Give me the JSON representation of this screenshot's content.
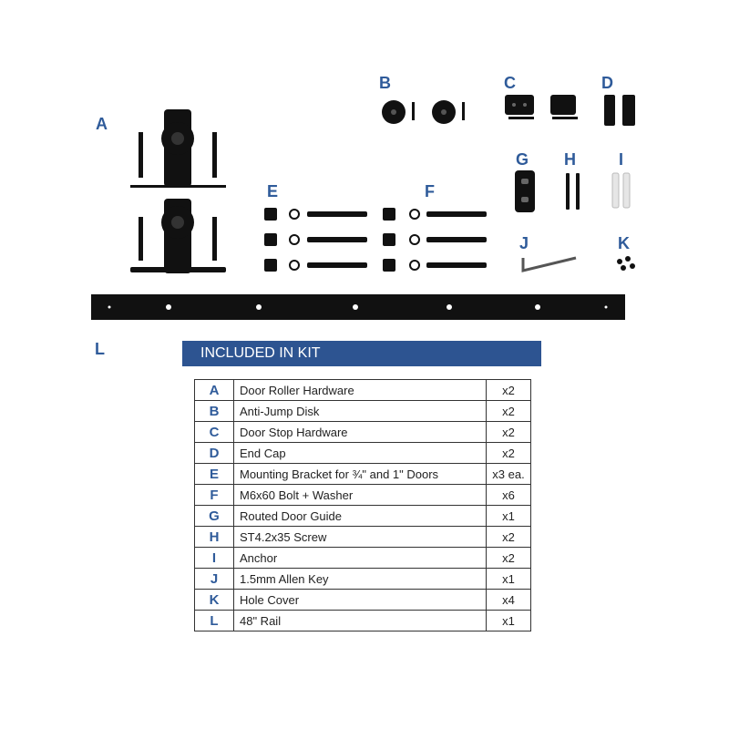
{
  "letters": {
    "A": "A",
    "B": "B",
    "C": "C",
    "D": "D",
    "E": "E",
    "F": "F",
    "G": "G",
    "H": "H",
    "I": "I",
    "J": "J",
    "K": "K",
    "L": "L"
  },
  "colors": {
    "accent": "#2d5491",
    "label": "#2f5b9a",
    "hardware": "#111111"
  },
  "kit": {
    "title": "INCLUDED IN KIT",
    "rows": [
      {
        "code": "A",
        "name": "Door Roller Hardware",
        "qty": "x2"
      },
      {
        "code": "B",
        "name": "Anti-Jump Disk",
        "qty": "x2"
      },
      {
        "code": "C",
        "name": "Door Stop Hardware",
        "qty": "x2"
      },
      {
        "code": "D",
        "name": "End Cap",
        "qty": "x2"
      },
      {
        "code": "E",
        "name": "Mounting Bracket for ¾\" and 1\" Doors",
        "qty": "x3 ea."
      },
      {
        "code": "F",
        "name": "M6x60 Bolt + Washer",
        "qty": "x6"
      },
      {
        "code": "G",
        "name": "Routed Door Guide",
        "qty": "x1"
      },
      {
        "code": "H",
        "name": "ST4.2x35 Screw",
        "qty": "x2"
      },
      {
        "code": "I",
        "name": "Anchor",
        "qty": "x2"
      },
      {
        "code": "J",
        "name": "1.5mm Allen Key",
        "qty": "x1"
      },
      {
        "code": "K",
        "name": "Hole Cover",
        "qty": "x4"
      },
      {
        "code": "L",
        "name": "48\" Rail",
        "qty": "x1"
      }
    ]
  }
}
